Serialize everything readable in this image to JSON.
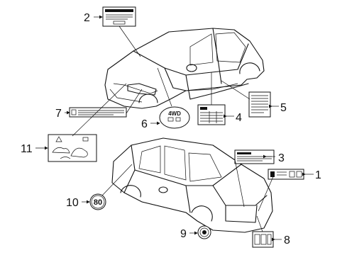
{
  "callouts": {
    "c1": "1",
    "c2": "2",
    "c3": "3",
    "c4": "4",
    "c5": "5",
    "c6": "6",
    "c7": "7",
    "c8": "8",
    "c9": "9",
    "c10": "10",
    "c11": "11"
  },
  "label6_text": "4WD",
  "label10_text": "80"
}
